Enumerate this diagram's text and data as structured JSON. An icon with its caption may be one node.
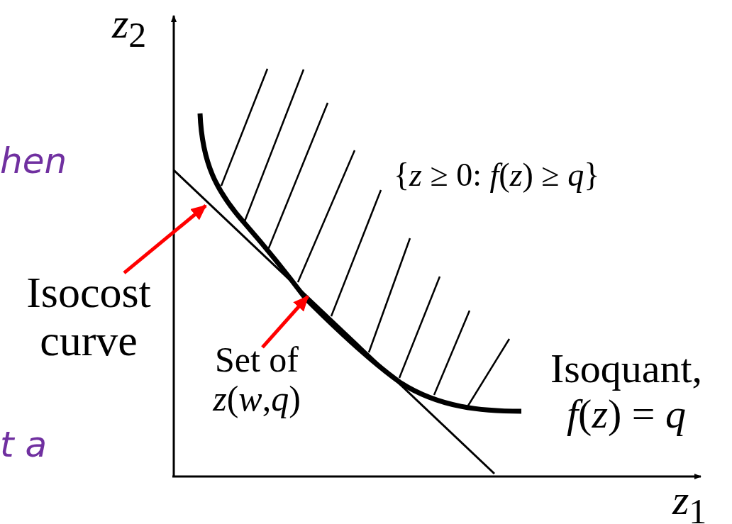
{
  "diagram": {
    "nodes": [
      {
        "text": [
          "Isocost curve"
        ]
      },
      {
        "text": [
          "Set of *z*(*w*,*q*)"
        ]
      }
    ],
    "edges": [
      {
        "from": 0,
        "to": null,
        "arrow": "to"
      },
      {
        "from": 1,
        "to": null,
        "arrow": "to"
      }
    ],
    "labels": [
      "*z*$_{2}$",
      "hen",
      "{*z* ≥ 0: *f*(*z*) ≥ *q*}",
      "Isoquant, *f*(*z*) = *q*",
      "*z*$_{1}$",
      "t a"
    ]
  }
}
